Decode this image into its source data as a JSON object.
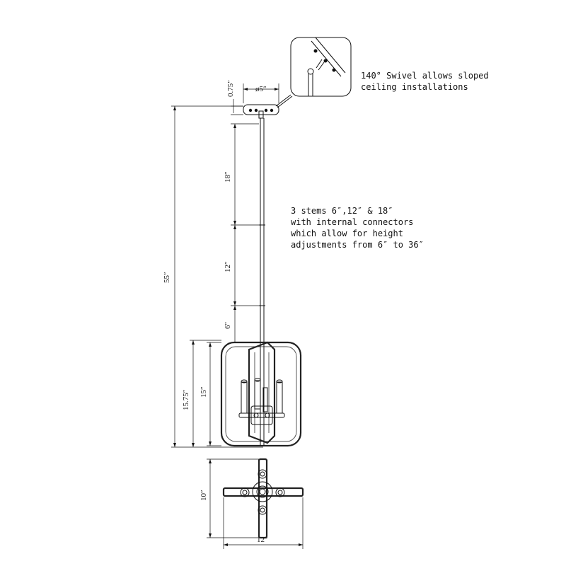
{
  "swivel_note": {
    "line1": "140° Swivel allows sloped",
    "line2": "ceiling installations"
  },
  "stems_note": {
    "line1": "3 stems 6″,12″ & 18″",
    "line2": "with internal connectors",
    "line3": "which allow for height",
    "line4": "adjustments from 6″ to 36″"
  },
  "dimensions": {
    "canopy_height": "0.75″",
    "canopy_diameter": "ø5″",
    "overall_height": "55″",
    "stem_18": "18″",
    "stem_12": "12″",
    "stem_6": "6″",
    "fixture_height": "15.75″",
    "frame_height": "15″",
    "top_view_depth": "10″",
    "top_view_width": "12″"
  }
}
